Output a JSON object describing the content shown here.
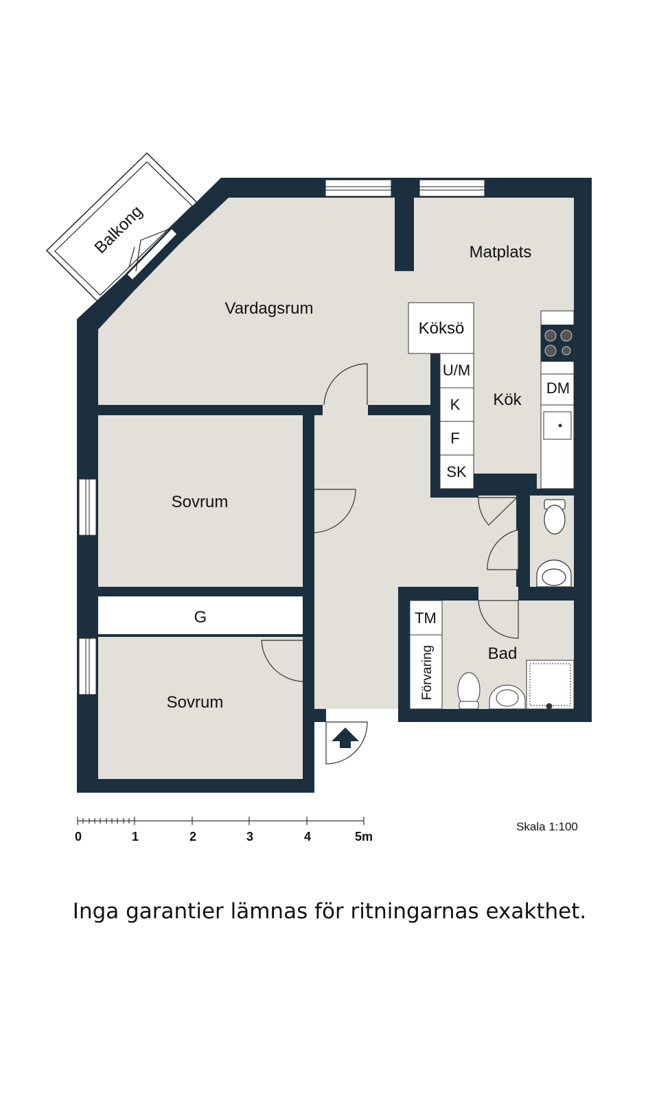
{
  "rooms": {
    "balcony": "Balkong",
    "living_room": "Vardagsrum",
    "dining": "Matplats",
    "kitchen_island": "Köksö",
    "kitchen": "Kök",
    "bedroom_1": "Sovrum",
    "bedroom_2": "Sovrum",
    "wardrobe": "G",
    "bathroom": "Bad",
    "storage": "Förvaring"
  },
  "fixtures": {
    "freezer_fridge": "U/M",
    "fridge": "K",
    "freezer": "F",
    "cabinet": "SK",
    "dishwasher": "DM",
    "washing_machine": "TM"
  },
  "scale": {
    "ticks": [
      "0",
      "1",
      "2",
      "3",
      "4",
      "5m"
    ],
    "label": "Skala 1:100"
  },
  "disclaimer": "Inga garantier lämnas för ritningarnas exakthet.",
  "colors": {
    "wall": "#1c2f3f",
    "floor": "#e3e0da",
    "fixture_fill": "#ffffff"
  }
}
